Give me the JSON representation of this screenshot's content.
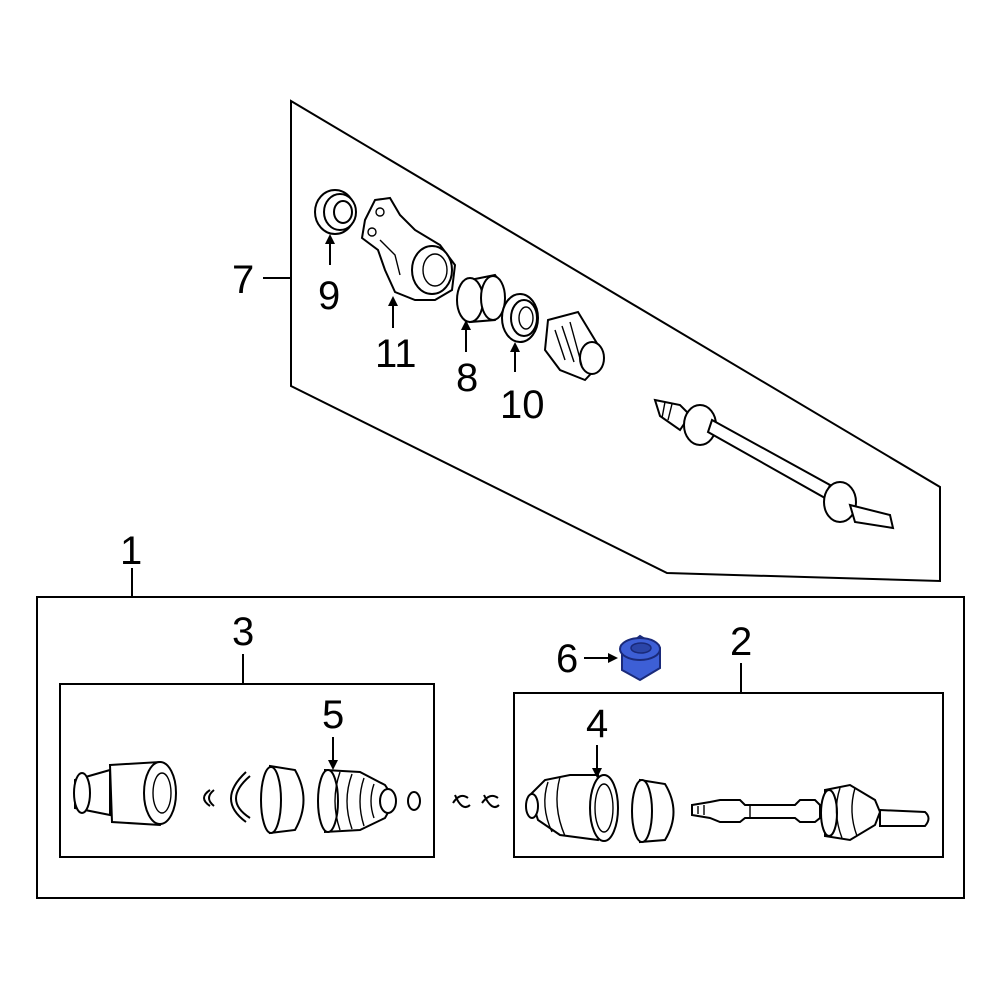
{
  "callouts": {
    "c1": "1",
    "c2": "2",
    "c3": "3",
    "c4": "4",
    "c5": "5",
    "c6": "6",
    "c7": "7",
    "c8": "8",
    "c9": "9",
    "c10": "10",
    "c11": "11"
  },
  "colors": {
    "highlight_fill": "#3d5fd6",
    "highlight_stroke": "#1a2a7a",
    "line": "#000000",
    "background": "#ffffff"
  }
}
